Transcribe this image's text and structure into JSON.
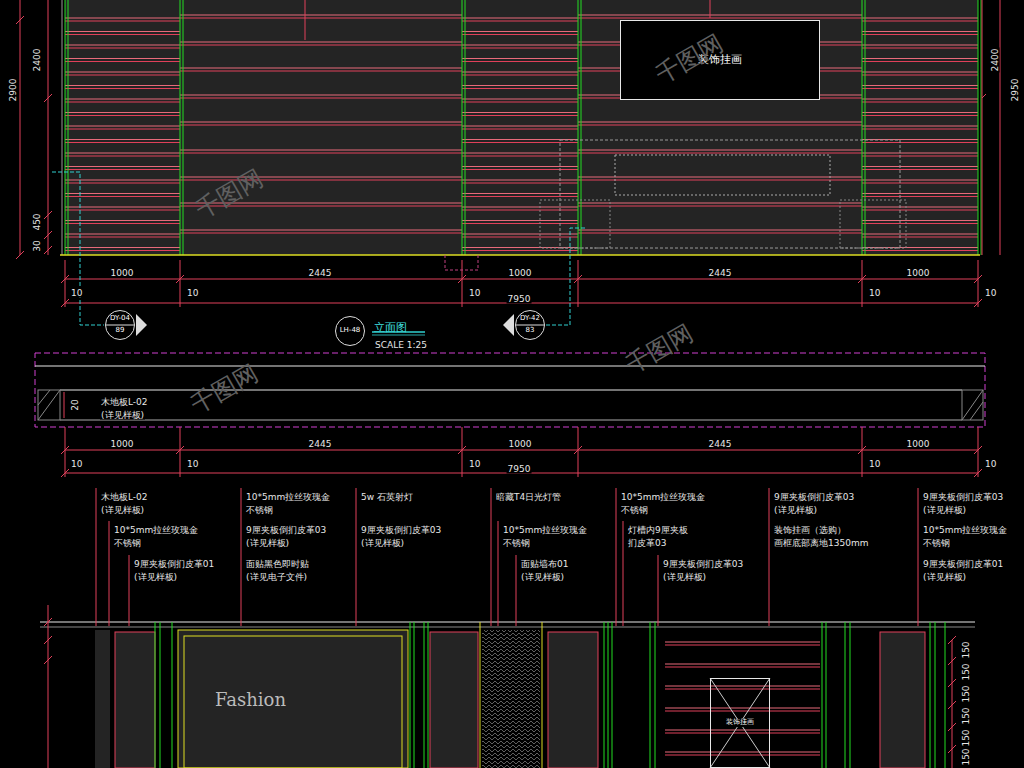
{
  "diagram": {
    "title": "立面图",
    "nodes": [
      {
        "text": [
          "装饰挂画"
        ]
      },
      {
        "text": [
          "DY-04",
          "89"
        ]
      },
      {
        "text": [
          "LH-48"
        ]
      },
      {
        "text": [
          "DY-42",
          "83"
        ]
      },
      {
        "text": [
          "装饰挂画"
        ]
      }
    ],
    "labels": [
      "2900",
      "2400",
      "450",
      "30",
      "2950",
      "2400",
      "1000",
      "2445",
      "1000",
      "2445",
      "1000",
      "10",
      "10",
      "10",
      "10",
      "10",
      "7950",
      "SCALE 1:25",
      "木地板L-02",
      "(详见样板)",
      "20",
      "1000",
      "2445",
      "1000",
      "2445",
      "1000",
      "10",
      "10",
      "10",
      "10",
      "10",
      "7950",
      "木地板L-02",
      "(详见样板)",
      "10*5mm拉丝玫瑰金",
      "不锈钢",
      "9厘夹板倒扪皮革01",
      "(详见样板)",
      "10*5mm拉丝玫瑰金",
      "不锈钢",
      "9厘夹板倒扪皮革03",
      "(详见样板)",
      "面贴黑色即时贴",
      "(详见电子文件)",
      "5w 石英射灯",
      "9厘夹板倒扪皮革03",
      "(详见样板)",
      "暗藏T4日光灯管",
      "10*5mm拉丝玫瑰金",
      "不锈钢",
      "面贴墙布01",
      "(详见样板)",
      "10*5mm拉丝玫瑰金",
      "不锈钢",
      "灯槽内9厘夹板",
      "扪皮革03",
      "9厘夹板倒扪皮革03",
      "(详见样板)",
      "9厘夹板倒扪皮革03",
      "(详见样板)",
      "装饰挂画（选购）",
      "画框底部离地1350mm",
      "9厘夹板倒扪皮革03",
      "(详见样板)",
      "10*5mm拉丝玫瑰金",
      "不锈钢",
      "9厘夹板倒扪皮革01",
      "(详见样板)",
      "150",
      "150",
      "150",
      "150",
      "150",
      "150",
      "Fashion",
      "千图网",
      "千图网",
      "千图网",
      "千图网"
    ]
  }
}
